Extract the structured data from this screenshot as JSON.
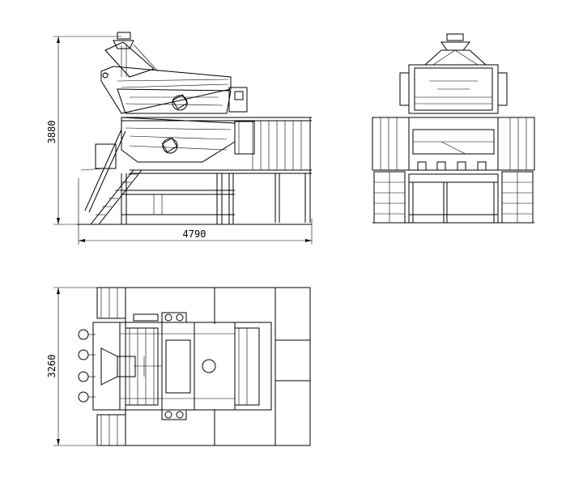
{
  "dimensions": {
    "side_height": "3880",
    "side_width": "4790",
    "plan_depth": "3260"
  }
}
